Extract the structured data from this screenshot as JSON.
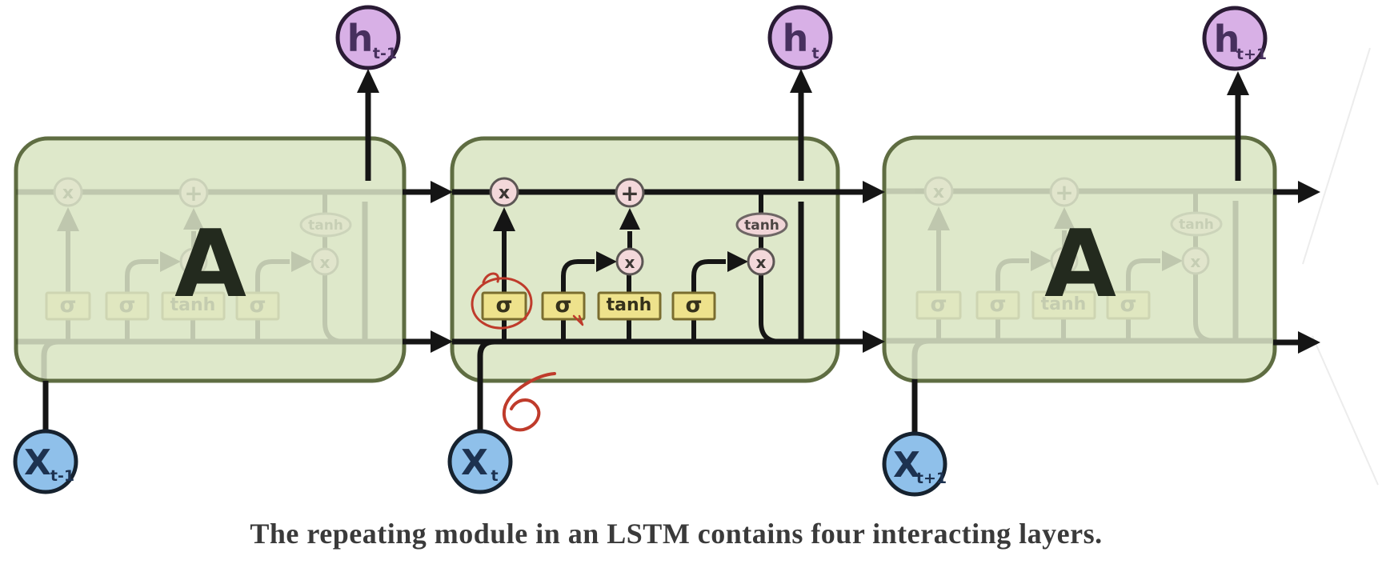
{
  "caption": "The repeating module in an LSTM contains four interacting layers.",
  "modules": {
    "left": {
      "label": "A"
    },
    "middle": {
      "gates": {
        "forget": "σ",
        "input": "σ",
        "candidate": "tanh",
        "output": "σ"
      },
      "ops": {
        "forget_mul": "x",
        "add": "+",
        "input_mul": "x",
        "output_mul": "x",
        "cell_tanh": "tanh"
      }
    },
    "right": {
      "label": "A"
    }
  },
  "nodes": {
    "h_prev": {
      "base": "h",
      "sub": "t-1"
    },
    "h_current": {
      "base": "h",
      "sub": "t"
    },
    "h_next": {
      "base": "h",
      "sub": "t+1"
    },
    "x_prev": {
      "base": "X",
      "sub": "t-1"
    },
    "x_current": {
      "base": "X",
      "sub": "t"
    },
    "x_next": {
      "base": "X",
      "sub": "t+1"
    }
  },
  "colors": {
    "module_fill": "#dee8ca",
    "module_border": "#5f6d42",
    "gate_fill": "#eee28c",
    "gate_border": "#7a6d2f",
    "op_fill": "#f3d8da",
    "op_border": "#5c5654",
    "op_symbol": "#3c3734",
    "oval_fill": "#f0d5d7",
    "oval_border": "#6e6665",
    "line": "#151515",
    "h_fill": "#d8b0e6",
    "h_border": "#2a1b35",
    "h_text": "#47305e",
    "x_fill": "#8fc0ea",
    "x_border": "#16222f",
    "x_text": "#1d3250",
    "label_a": "#232a1e",
    "caption": "#3a3a3a",
    "annotation": "#bf3b2b"
  }
}
